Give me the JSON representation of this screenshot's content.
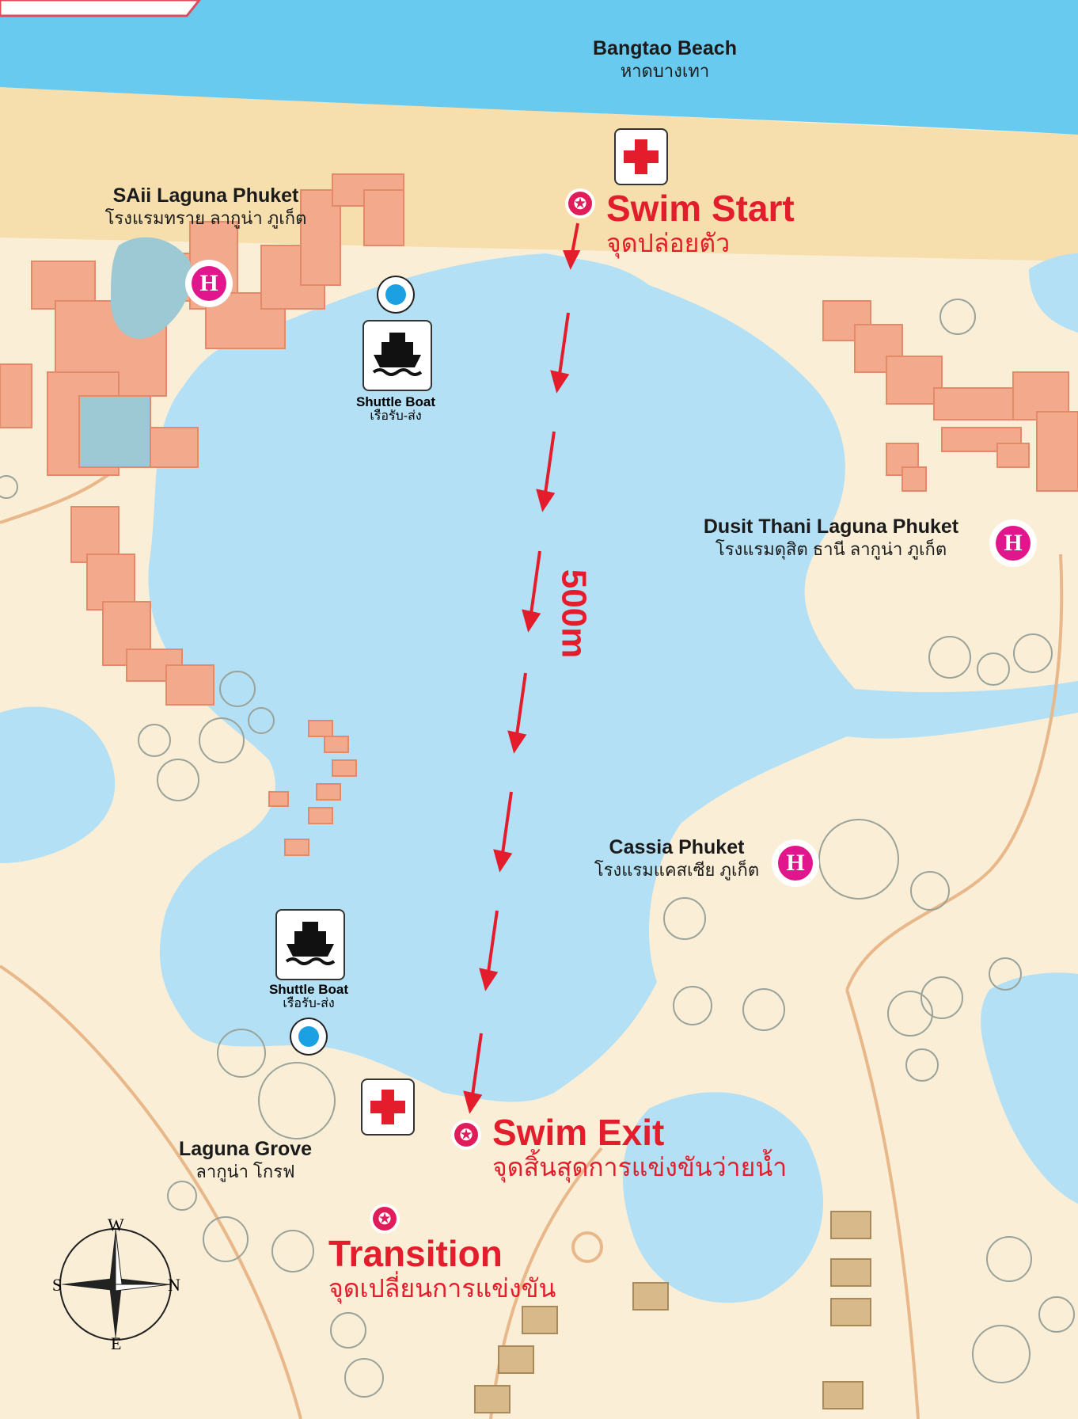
{
  "beach": {
    "en": "Bangtao Beach",
    "th": "หาดบางเทา"
  },
  "hotels": [
    {
      "en": "SAii Laguna Phuket",
      "th": "โรงแรมทราย ลากูน่า ภูเก็ต",
      "icon": "hotel-icon",
      "glyph": "H"
    },
    {
      "en": "Dusit Thani Laguna Phuket",
      "th": "โรงแรมดุสิต ธานี ลากูน่า ภูเก็ต",
      "icon": "hotel-icon",
      "glyph": "H"
    },
    {
      "en": "Cassia Phuket",
      "th": "โรงแรมแคสเซีย ภูเก็ต",
      "icon": "hotel-icon",
      "glyph": "H"
    }
  ],
  "grove": {
    "en": "Laguna Grove",
    "th": "ลากูน่า โกรฟ"
  },
  "swim_start": {
    "en": "Swim Start",
    "th": "จุดปล่อยตัว"
  },
  "swim_exit": {
    "en": "Swim Exit",
    "th": "จุดสิ้นสุดการแข่งขันว่ายน้ำ"
  },
  "transition": {
    "en": "Transition",
    "th": "จุดเปลี่ยนการแข่งขัน"
  },
  "distance": "500m",
  "shuttle": [
    {
      "en": "Shuttle Boat",
      "th": "เรือรับ-ส่ง"
    },
    {
      "en": "Shuttle Boat",
      "th": "เรือรับ-ส่ง"
    }
  ],
  "star_glyph": "✪",
  "compass": {
    "n": "N",
    "s": "S",
    "e": "E",
    "w": "W"
  },
  "colors": {
    "sea": "#69caf0",
    "lagoon": "#b3e0f5",
    "sand": "#f7dfad",
    "land": "#faeed6",
    "route": "#e31d2c",
    "hotel": "#e2168c",
    "building": "#f3a98c"
  }
}
